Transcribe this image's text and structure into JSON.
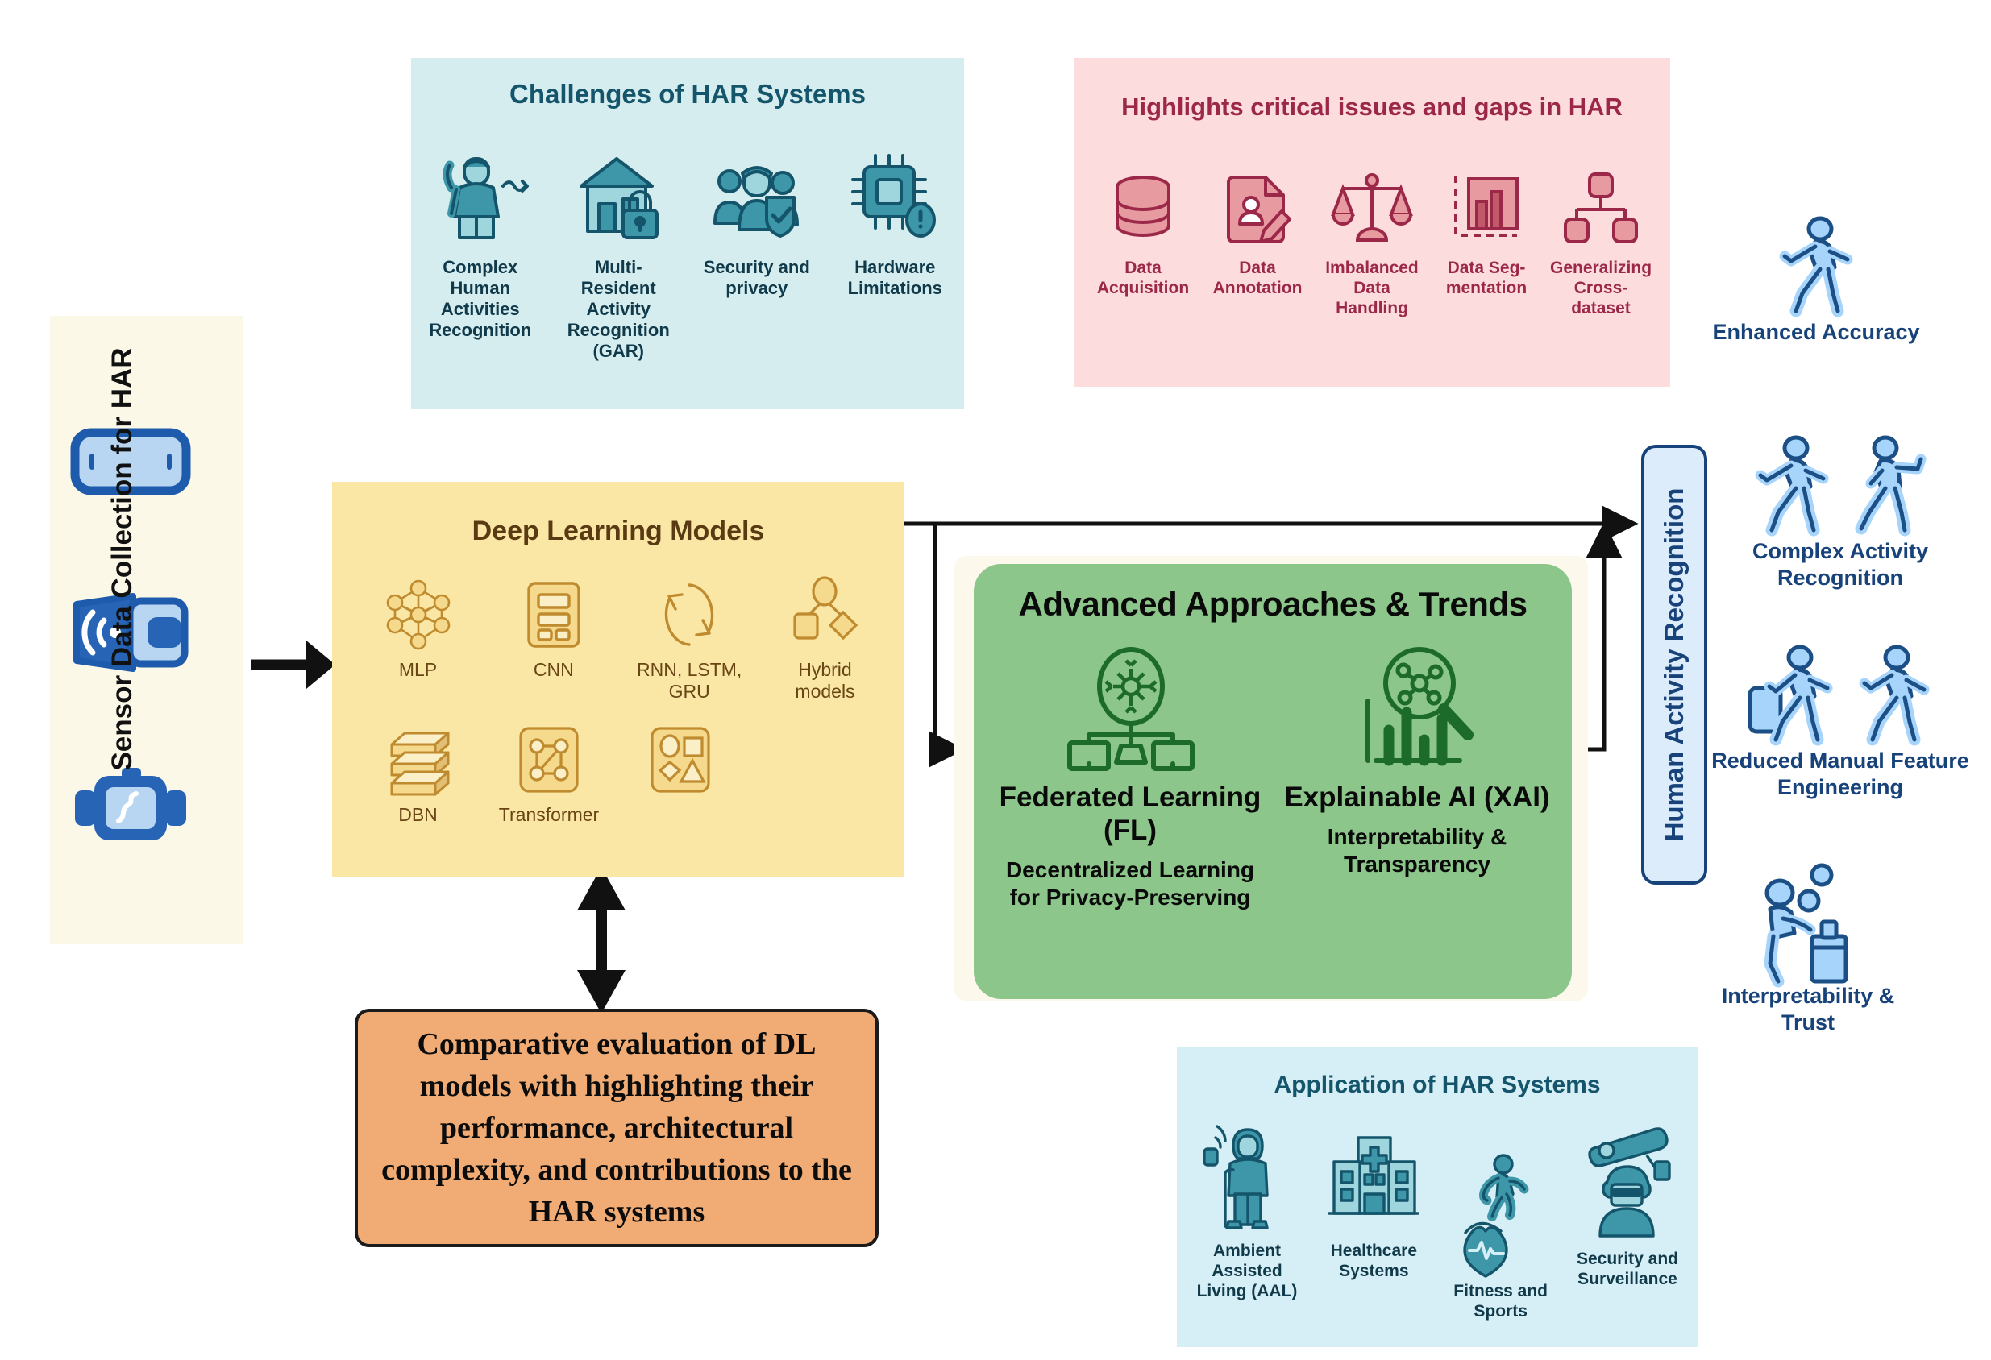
{
  "sidebar": {
    "label": "Sensor Data Collection for HAR",
    "icons": [
      "smartphone-icon",
      "wifi-sensor-icon",
      "smartwatch-icon"
    ]
  },
  "challenges": {
    "title": "Challenges of HAR Systems",
    "accent": "#14556b",
    "background": "#d6edf0",
    "items": [
      {
        "label": "Complex Human Activities Recognition",
        "icon": "person-waving-icon"
      },
      {
        "label": "Multi-Resident Activity Recognition (GAR)",
        "icon": "house-lock-icon"
      },
      {
        "label": "Security and privacy",
        "icon": "people-shield-icon"
      },
      {
        "label": "Hardware Limitations",
        "icon": "chip-warning-icon"
      }
    ]
  },
  "gaps": {
    "title": "Highlights critical issues and gaps in HAR",
    "accent": "#9c2849",
    "background": "#fcdcdc",
    "items": [
      {
        "label": "Data Acquisition",
        "icon": "database-icon"
      },
      {
        "label": "Data Annotation",
        "icon": "document-pen-icon"
      },
      {
        "label": "Imbalanced Data Handling",
        "icon": "scales-icon"
      },
      {
        "label": "Data Seg-mentation",
        "icon": "bar-chart-dashed-icon"
      },
      {
        "label": "Generalizing Cross-dataset",
        "icon": "hierarchy-icon"
      }
    ]
  },
  "deep_learning": {
    "title": "Deep Learning Models",
    "background": "#fae7a5",
    "accent": "#6a4514",
    "row1": [
      {
        "label": "MLP",
        "icon": "neural-network-icon"
      },
      {
        "label": "CNN",
        "icon": "layers-panel-icon"
      },
      {
        "label": "RNN, LSTM, GRU",
        "icon": "recurrent-loop-icon"
      },
      {
        "label": "Hybrid models",
        "icon": "hybrid-shapes-icon"
      }
    ],
    "row2": [
      {
        "label": "DBN",
        "icon": "stacked-layers-icon"
      },
      {
        "label": "Transformer",
        "icon": "graph-nodes-icon"
      },
      {
        "label": "",
        "icon": "mixed-shapes-icon"
      }
    ]
  },
  "advanced": {
    "title": "Advanced Approaches & Trends",
    "background": "#8cc68a",
    "columns": [
      {
        "heading": "Federated Learning (FL)",
        "subtext": "Decentralized Learning for Privacy-Preserving",
        "icon": "federated-network-icon"
      },
      {
        "heading": "Explainable AI (XAI)",
        "subtext": "Interpretability & Transparency",
        "icon": "magnifier-chart-icon"
      }
    ]
  },
  "comparative": {
    "text": "Comparative evaluation of DL models with highlighting their performance, architectural complexity, and contributions to the HAR systems",
    "background": "#f0ac74"
  },
  "applications": {
    "title": "Application of HAR Systems",
    "background": "#d6eef5",
    "accent": "#14556b",
    "items": [
      {
        "label": "Ambient Assisted Living (AAL)",
        "icon": "elderly-person-sensor-icon"
      },
      {
        "label": "Healthcare Systems",
        "icon": "hospital-icon"
      },
      {
        "label": "Fitness and Sports",
        "icon": "runner-heart-icon"
      },
      {
        "label": "Security and Surveillance",
        "icon": "cctv-thief-icon"
      }
    ]
  },
  "har_bar": {
    "label": "Human Activity Recognition",
    "background": "#dcecfa",
    "border": "#17427a"
  },
  "outcomes": [
    {
      "label": "Enhanced Accuracy",
      "icon": "walking-person-icon",
      "figures": 1
    },
    {
      "label": "Complex Activity Recognition",
      "icon": "two-walking-people-icon",
      "figures": 2
    },
    {
      "label": "Reduced Manual Feature Engineering",
      "icon": "person-with-box-icon",
      "figures": 2
    },
    {
      "label": "Interpretability & Trust",
      "icon": "person-juggling-icon",
      "figures": 1
    }
  ],
  "arrows": [
    {
      "name": "sidebar-to-dl-arrow",
      "type": "single"
    },
    {
      "name": "dl-to-har-arrow",
      "type": "single"
    },
    {
      "name": "dl-to-advanced-arrow",
      "type": "single"
    },
    {
      "name": "advanced-to-har-arrow",
      "type": "single"
    },
    {
      "name": "dl-comparative-double-arrow",
      "type": "double"
    }
  ]
}
